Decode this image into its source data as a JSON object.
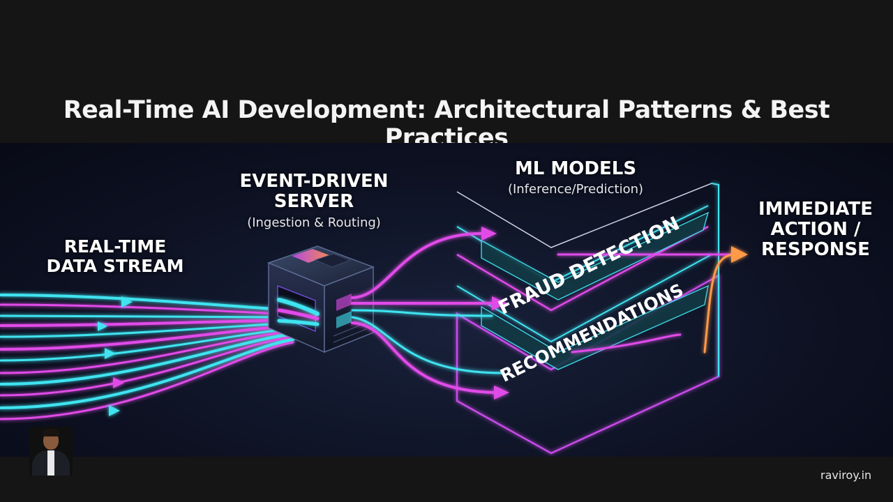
{
  "title": "Real-Time AI Development: Architectural Patterns & Best Practices",
  "diagram": {
    "stream": {
      "line1": "REAL-TIME",
      "line2": "DATA STREAM"
    },
    "server": {
      "line1": "EVENT-DRIVEN",
      "line2": "SERVER",
      "sub": "(Ingestion & Routing)"
    },
    "models": {
      "line1": "ML MODELS",
      "sub": "(Inference/Prediction)"
    },
    "fraud_label": "FRAUD DETECTION",
    "recommend_label": "RECOMMENDATIONS",
    "action": {
      "line1": "IMMEDIATE",
      "line2": "ACTION /",
      "line3": "RESPONSE"
    }
  },
  "footer": {
    "site": "raviroy.in"
  },
  "colors": {
    "cyan": "#3fe3f0",
    "magenta": "#e04be8",
    "orange": "#ff9a4a",
    "panel": "#123a44"
  }
}
